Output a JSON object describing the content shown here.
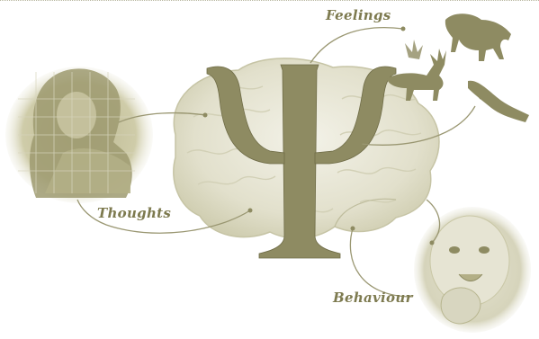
{
  "colors": {
    "ink": "#7d7a4f",
    "fill_light": "#e8e7d8",
    "fill_mid": "#c9c7a6",
    "fill_dark": "#8e8b62"
  },
  "labels": {
    "feelings": "Feelings",
    "thoughts": "Thoughts",
    "behaviour": "Behaviour"
  },
  "icons": {
    "center": "psi-symbol-icon",
    "brain": "brain-illustration",
    "thoughts": "woman-reading-image",
    "feelings": "cave-painting-animals-image",
    "behaviour": "baby-face-image"
  }
}
